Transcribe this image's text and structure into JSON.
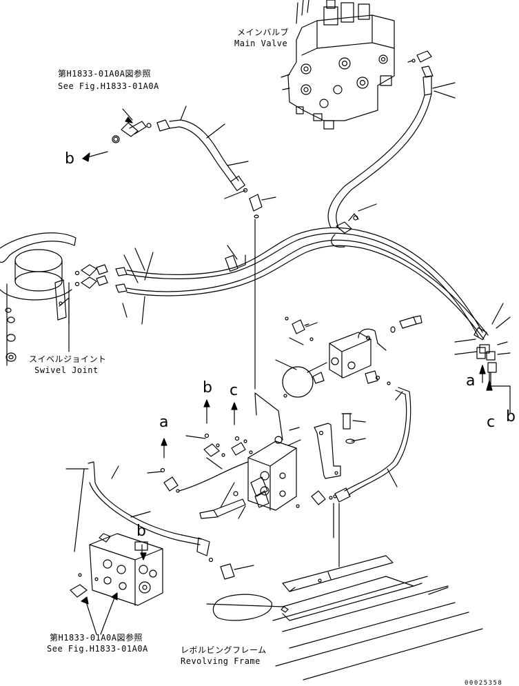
{
  "labels": {
    "main_valve_jp": "メインバルブ",
    "main_valve_en": "Main Valve",
    "see_fig_top_jp": "第H1833-01A0A図参照",
    "see_fig_top_en": "See Fig.H1833-01A0A",
    "swivel_jp": "スイベルジョイント",
    "swivel_en": "Swivel Joint",
    "see_fig_bottom_jp": "第H1833-01A0A図参照",
    "see_fig_bottom_en": "See Fig.H1833-01A0A",
    "revolving_jp": "レボルビングフレーム",
    "revolving_en": "Revolving Frame",
    "drawing_id": "00025358"
  },
  "connection_letters": {
    "b_top": "b",
    "a_mid": "a",
    "b_mid": "b",
    "c_mid": "c",
    "a_right": "a",
    "c_right": "c",
    "b_right": "b",
    "b_low": "b"
  },
  "colors": {
    "line": "#000000",
    "background": "#ffffff"
  }
}
